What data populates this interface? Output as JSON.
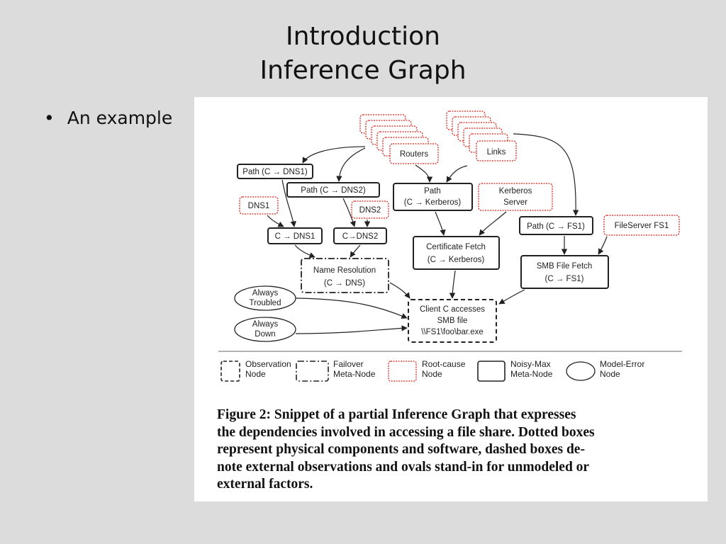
{
  "slide": {
    "title_line1": "Introduction",
    "title_line2": "Inference Graph",
    "bullet": "An example"
  },
  "diagram": {
    "nodes": {
      "routers": "Routers",
      "links": "Links",
      "path_dns1": "Path (C → DNS1)",
      "path_dns2": "Path (C → DNS2)",
      "path_kerb_1": "Path",
      "path_kerb_2": "(C → Kerberos)",
      "kerb_server_1": "Kerberos",
      "kerb_server_2": "Server",
      "dns1": "DNS1",
      "dns2": "DNS2",
      "c_dns1": "C → DNS1",
      "c_dns2": "C→DNS2",
      "cert_fetch_1": "Certificate Fetch",
      "cert_fetch_2": "(C → Kerberos)",
      "path_fs1": "Path (C → FS1)",
      "fileserver": "FileServer FS1",
      "smb_fetch_1": "SMB File Fetch",
      "smb_fetch_2": "(C → FS1)",
      "name_res_1": "Name Resolution",
      "name_res_2": "(C → DNS)",
      "always_troubled_1": "Always",
      "always_troubled_2": "Troubled",
      "always_down_1": "Always",
      "always_down_2": "Down",
      "client_1": "Client C accesses",
      "client_2": "SMB file",
      "client_3": "\\\\FS1\\foo\\bar.exe"
    },
    "legend": {
      "observation_1": "Observation",
      "observation_2": "Node",
      "failover_1": "Failover",
      "failover_2": "Meta-Node",
      "rootcause_1": "Root-cause",
      "rootcause_2": "Node",
      "noisymax_1": "Noisy-Max",
      "noisymax_2": "Meta-Node",
      "modelerror_1": "Model-Error",
      "modelerror_2": "Node"
    },
    "caption_lines": [
      "Figure 2: Snippet of a partial Inference Graph that expresses",
      "the dependencies involved in accessing a file share. Dotted boxes",
      "represent physical components and software, dashed boxes de-",
      "note external observations and ovals stand-in for unmodeled or",
      "external factors."
    ],
    "colors": {
      "root_cause": "#d9261c",
      "stroke": "#222222"
    }
  }
}
